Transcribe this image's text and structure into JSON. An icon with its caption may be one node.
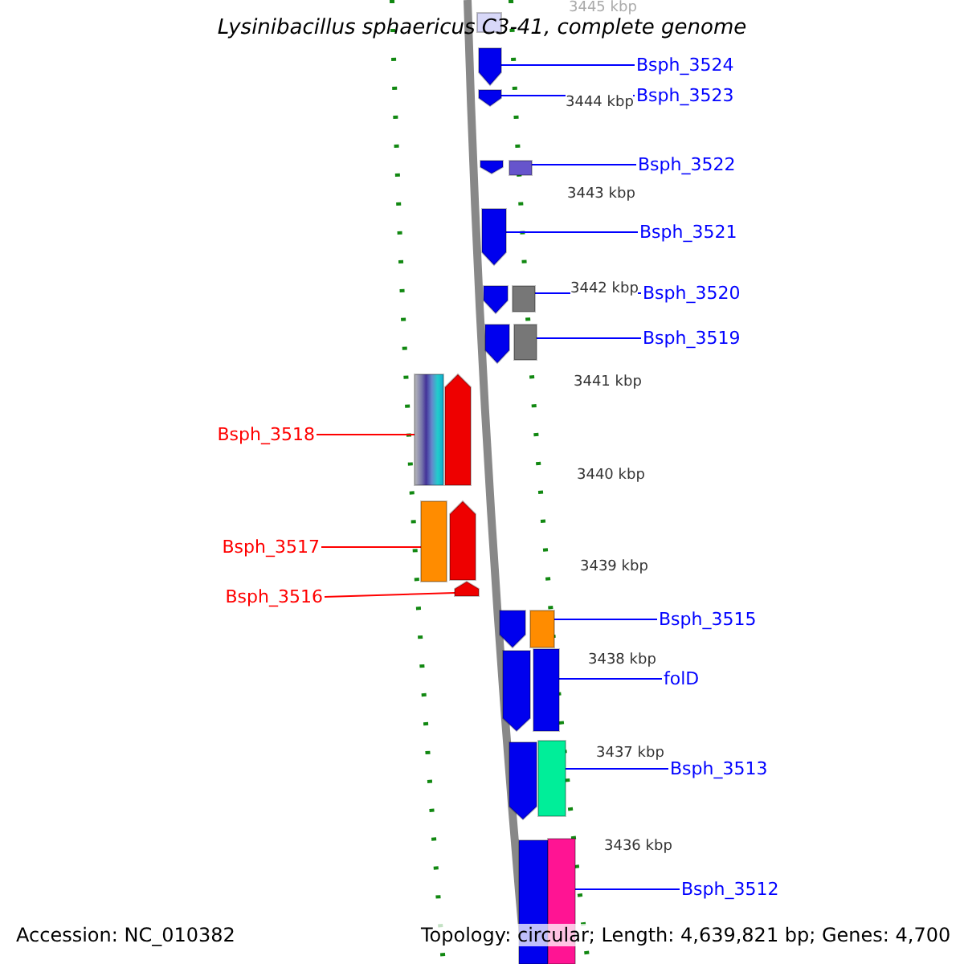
{
  "diagram": {
    "title": "Lysinibacillus sphaericus C3-41, complete genome",
    "nodes": [
      {
        "text": [],
        "shape": "bar"
      },
      {
        "text": [],
        "shape": "arrow"
      },
      {
        "text": [
          "Bsph_3524"
        ]
      },
      {
        "text": [],
        "shape": "arrow"
      },
      {
        "text": [
          "Bsph_3523"
        ]
      },
      {
        "text": [],
        "shape": "arrow"
      },
      {
        "text": [],
        "shape": "bar"
      },
      {
        "text": [
          "Bsph_3522"
        ]
      },
      {
        "text": [],
        "shape": "arrow"
      },
      {
        "text": [
          "Bsph_3521"
        ]
      },
      {
        "text": [],
        "shape": "arrow"
      },
      {
        "text": [],
        "shape": "bar"
      },
      {
        "text": [
          "Bsph_3520"
        ]
      },
      {
        "text": [],
        "shape": "arrow"
      },
      {
        "text": [],
        "shape": "bar"
      },
      {
        "text": [
          "Bsph_3519"
        ]
      },
      {
        "text": [],
        "shape": "bar"
      },
      {
        "text": [],
        "shape": "arrow"
      },
      {
        "text": [
          "Bsph_3518"
        ]
      },
      {
        "text": [],
        "shape": "bar"
      },
      {
        "text": [],
        "shape": "arrow"
      },
      {
        "text": [
          "Bsph_3517"
        ]
      },
      {
        "text": [],
        "shape": "arrow"
      },
      {
        "text": [
          "Bsph_3516"
        ]
      },
      {
        "text": [],
        "shape": "arrow"
      },
      {
        "text": [],
        "shape": "bar"
      },
      {
        "text": [
          "Bsph_3515"
        ]
      },
      {
        "text": [],
        "shape": "arrow"
      },
      {
        "text": [],
        "shape": "bar"
      },
      {
        "text": [
          "folD"
        ]
      },
      {
        "text": [],
        "shape": "arrow"
      },
      {
        "text": [],
        "shape": "bar"
      },
      {
        "text": [
          "Bsph_3513"
        ]
      },
      {
        "text": [],
        "shape": "arrow"
      },
      {
        "text": [],
        "shape": "bar"
      },
      {
        "text": [
          "Bsph_3512"
        ]
      }
    ],
    "edges": [
      {
        "from": 2,
        "to": 1,
        "arrow": "none"
      },
      {
        "from": 4,
        "to": 3,
        "arrow": "none"
      },
      {
        "from": 7,
        "to": 6,
        "arrow": "none"
      },
      {
        "from": 9,
        "to": 8,
        "arrow": "none"
      },
      {
        "from": 12,
        "to": 11,
        "arrow": "none"
      },
      {
        "from": 15,
        "to": 14,
        "arrow": "none"
      },
      {
        "from": 18,
        "to": 16,
        "arrow": "none",
        "color": "#ff0000"
      },
      {
        "from": 21,
        "to": 19,
        "arrow": "none",
        "color": "#ff0000"
      },
      {
        "from": 23,
        "to": 22,
        "arrow": "none",
        "color": "#ff0000"
      },
      {
        "from": 26,
        "to": 25,
        "arrow": "none"
      },
      {
        "from": 29,
        "to": 28,
        "arrow": "none"
      },
      {
        "from": 32,
        "to": 31,
        "arrow": "none"
      },
      {
        "from": 35,
        "to": 34,
        "arrow": "none"
      }
    ],
    "labels": [
      "3445 kbp",
      "3444 kbp",
      "3443 kbp",
      "3442 kbp",
      "3441 kbp",
      "3440 kbp",
      "3439 kbp",
      "3438 kbp",
      "3437 kbp",
      "3436 kbp",
      "Accession: NC_010382",
      "Topology: circular; Length: 4,639,821 bp; Genes: 4,700"
    ]
  }
}
